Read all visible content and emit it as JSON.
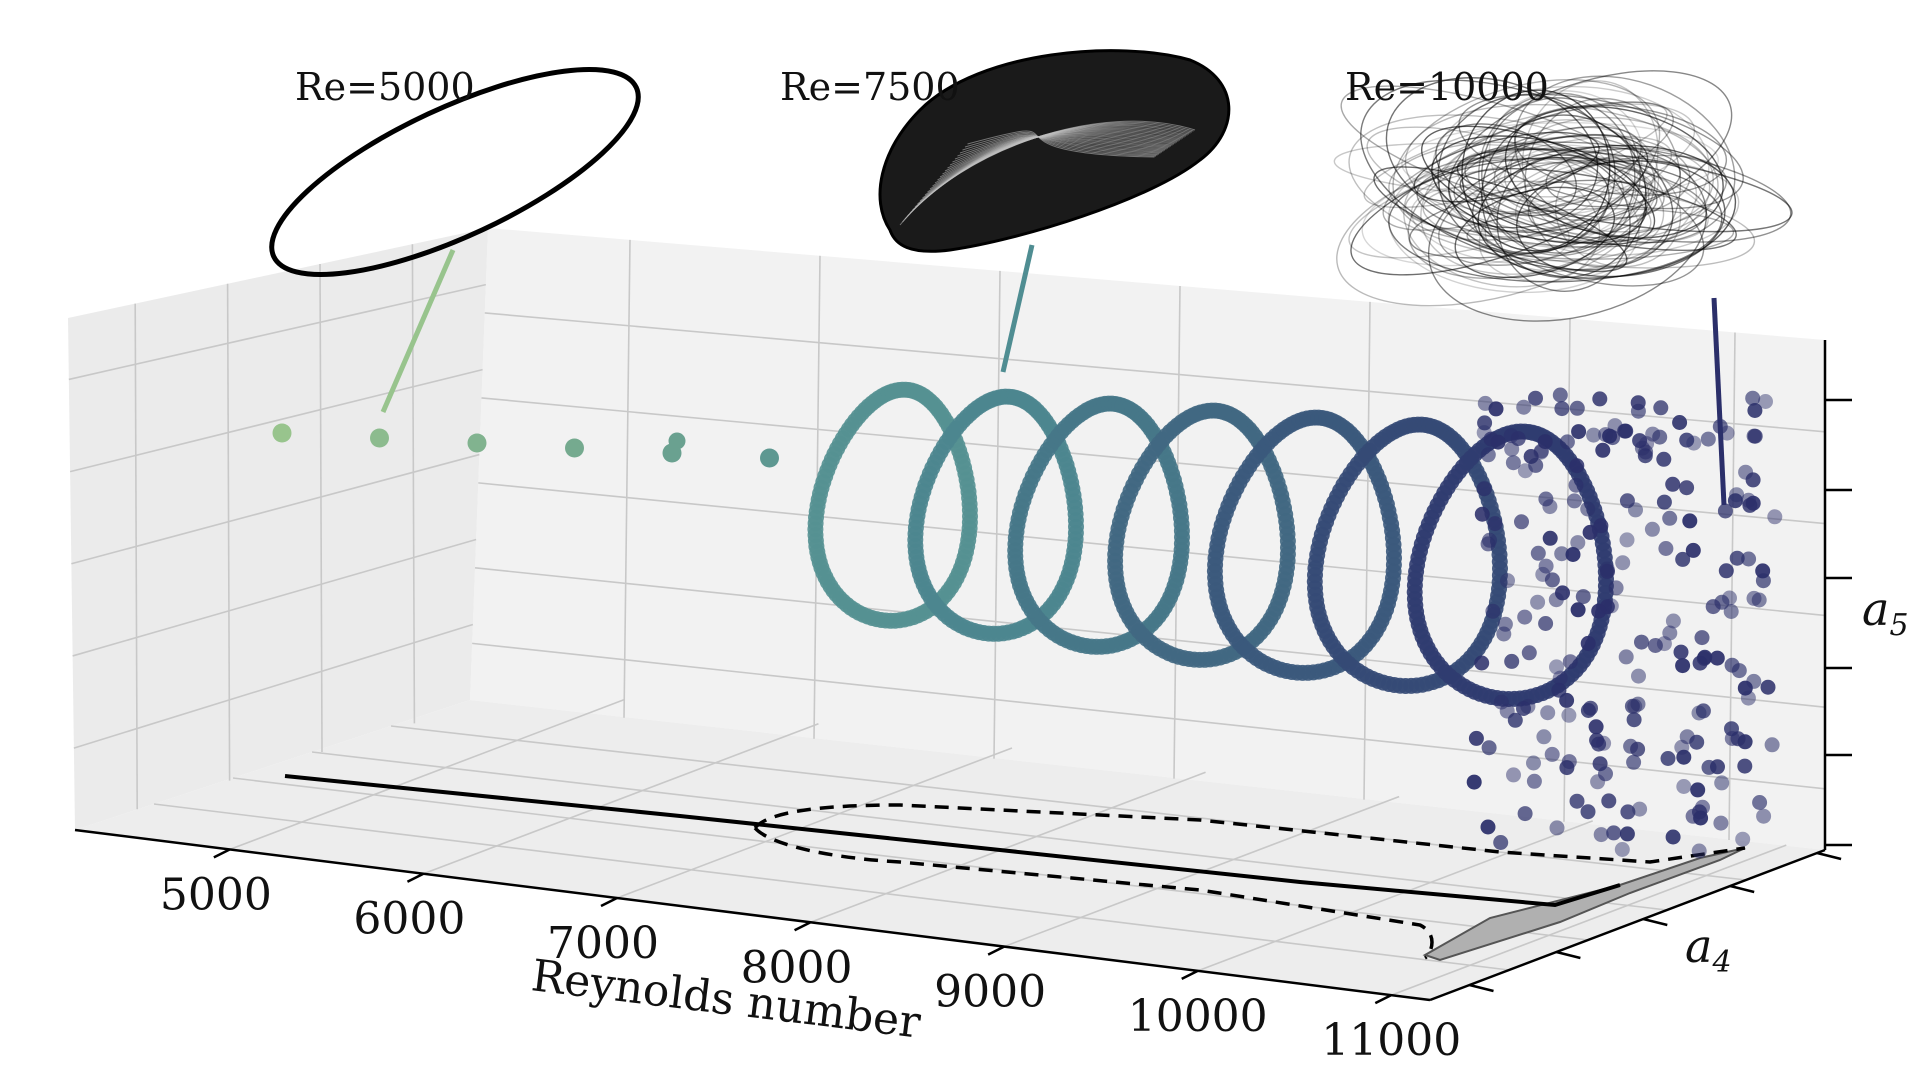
{
  "chart_data": {
    "type": "scatter",
    "subtype": "3d-bifurcation",
    "xlabel": "Reynolds number",
    "ylabel": "a4",
    "zlabel": "a5",
    "xticks": [
      5000,
      6000,
      7000,
      8000,
      9000,
      10000,
      11000
    ],
    "xlim": [
      4200,
      11200
    ],
    "grid": true,
    "annotations": [
      {
        "label": "Re=5000",
        "re": 5000,
        "regime": "limit-cycle"
      },
      {
        "label": "Re=7500",
        "re": 7500,
        "regime": "torus"
      },
      {
        "label": "Re=10000",
        "re": 10000,
        "regime": "chaotic"
      }
    ],
    "fixed_points": [
      {
        "re": 4700
      },
      {
        "re": 5200
      },
      {
        "re": 5700
      },
      {
        "re": 6200
      },
      {
        "re": 6700
      },
      {
        "re": 7200
      }
    ],
    "orbit_re": [
      7600,
      8100,
      8600,
      9100,
      9600,
      10100,
      10550
    ],
    "chaotic_re_range": [
      10600,
      11000
    ],
    "colors": {
      "start": "#98c48d",
      "mid": "#4f8d92",
      "end": "#2b2f6a",
      "projection_solid": "#000000",
      "projection_dashed": "#000000",
      "projection_fill": "#b0b0b0"
    }
  }
}
